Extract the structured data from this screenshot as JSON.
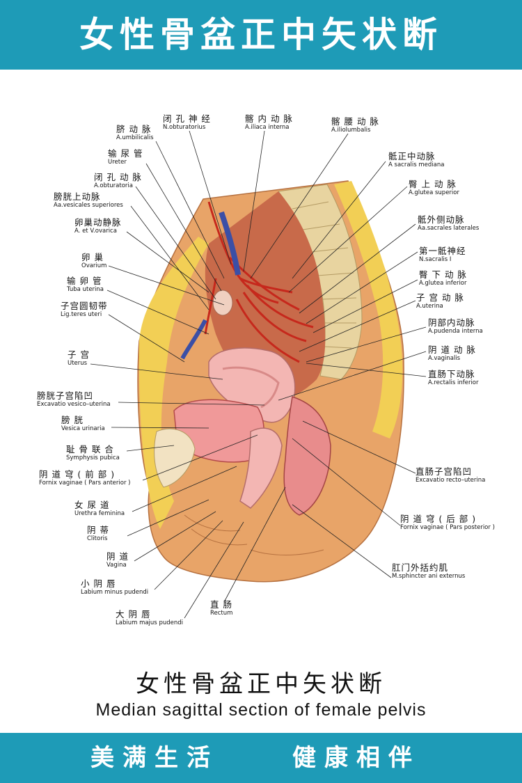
{
  "header": {
    "title": "女性骨盆正中矢状断"
  },
  "labels": {
    "a_umbilicalis": {
      "zh": "脐 动 脉",
      "en": "A.umbilicalis"
    },
    "n_obturatorius": {
      "zh": "闭 孔 神 经",
      "en": "N.obturatorius"
    },
    "a_iliaca_interna": {
      "zh": "髂 内 动 脉",
      "en": "A.iliaca  interna"
    },
    "a_iliolumbalis": {
      "zh": "髂 腰 动 脉",
      "en": "A.iliolumbalis"
    },
    "ureter": {
      "zh": "输 尿 管",
      "en": "Ureter"
    },
    "a_obturatoria": {
      "zh": "闭 孔 动 脉",
      "en": "A.obturatoria"
    },
    "aa_vesicales_superiores": {
      "zh": "膀胱上动脉",
      "en": "Aa.vesicales  superiores"
    },
    "a_v_ovarica": {
      "zh": "卵巢动静脉",
      "en": "A.  et V.ovarica"
    },
    "ovarium": {
      "zh": "卵    巢",
      "en": "Ovarium"
    },
    "tuba_uterina": {
      "zh": "输 卵 管",
      "en": "Tuba uterina"
    },
    "lig_teres_uteri": {
      "zh": "子宫圆韧带",
      "en": "Lig.teres  uteri"
    },
    "uterus": {
      "zh": "子    宫",
      "en": "Uterus"
    },
    "excavatio_vesico_uterina": {
      "zh": "膀胱子宫陷凹",
      "en": "Excavatio vesico–uterina"
    },
    "vesica_urinaria": {
      "zh": "膀    胱",
      "en": "Vesica urinaria"
    },
    "symphysis_pubica": {
      "zh": "耻 骨 联 合",
      "en": "Symphysis pubica"
    },
    "fornix_anterior": {
      "zh": "阴 道 穹 ( 前  部 )",
      "en": "Fornix vaginae ( Pars anterior )"
    },
    "urethra_feminina": {
      "zh": "女 尿 道",
      "en": "Urethra  feminina"
    },
    "clitoris": {
      "zh": "阴    蒂",
      "en": "Clitoris"
    },
    "vagina": {
      "zh": "阴    道",
      "en": "Vagina"
    },
    "labium_minus": {
      "zh": "小 阴 唇",
      "en": "Labium  minus  pudendi"
    },
    "labium_majus": {
      "zh": "大 阴 唇",
      "en": "Labium  majus  pudendi"
    },
    "rectum": {
      "zh": "直    肠",
      "en": "Rectum"
    },
    "a_sacralis_mediana": {
      "zh": "骶正中动脉",
      "en": "A  sacralis  mediana"
    },
    "a_glutea_superior": {
      "zh": "臀 上 动 脉",
      "en": "A.glutea  superior"
    },
    "aa_sacrales_laterales": {
      "zh": "骶外侧动脉",
      "en": "Aa.sacrales  laterales"
    },
    "n_sacralis_i": {
      "zh": "第一骶神经",
      "en": "N.sacralis  Ⅰ"
    },
    "a_glutea_inferior": {
      "zh": "臀 下 动 脉",
      "en": "A.glutea  inferior"
    },
    "a_uterina": {
      "zh": "子 宫 动 脉",
      "en": "A.uterina"
    },
    "a_pudenda_interna": {
      "zh": "阴部内动脉",
      "en": "A.pudenda  interna"
    },
    "a_vaginalis": {
      "zh": "阴 道 动 脉",
      "en": "A.vaginalis"
    },
    "a_rectalis_inferior": {
      "zh": "直肠下动脉",
      "en": "A.rectalis  inferior"
    },
    "excavatio_recto_uterina": {
      "zh": "直肠子宫陷凹",
      "en": "Excavatio  recto–uterina"
    },
    "fornix_posterior": {
      "zh": "阴 道 穹 ( 后  部 )",
      "en": "Fornix  vaginae ( Pars  posterior )"
    },
    "m_sphincter_ani": {
      "zh": "肛门外括约肌",
      "en": "M.sphincter  ani  externus"
    }
  },
  "caption": {
    "title_zh": "女性骨盆正中矢状断",
    "title_en": "Median  sagittal  section  of  female  pelvis"
  },
  "footer": {
    "slogan_left": "美满生活",
    "slogan_right": "健康相伴"
  },
  "colors": {
    "banner": "#1e9bb7",
    "skin": "#e8a468",
    "fat": "#f2cf55",
    "muscle": "#c86a4a",
    "organ_pink": "#f3b6b3",
    "artery": "#c6281c",
    "vein": "#3b4fa6",
    "bone": "#e8d4a0"
  }
}
